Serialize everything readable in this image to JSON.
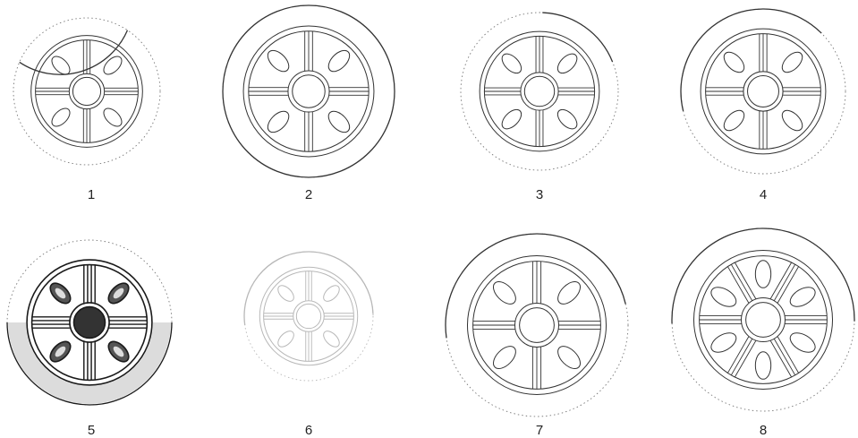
{
  "figures": [
    {
      "label": "1",
      "style": "line",
      "segments": [
        5.3,
        3.55
      ]
    },
    {
      "label": "2",
      "style": "line",
      "segments": [
        0,
        6.2832
      ]
    },
    {
      "label": "3",
      "style": "line",
      "segments": [
        4.75,
        5.9
      ]
    },
    {
      "label": "4",
      "style": "line",
      "segments": [
        2.9,
        5.5
      ]
    },
    {
      "label": "5",
      "style": "dark",
      "segments": [
        0,
        3.1416
      ]
    },
    {
      "label": "6",
      "style": "faint",
      "segments": [
        3.0,
        6.25
      ]
    },
    {
      "label": "7",
      "style": "line",
      "segments": [
        3.0,
        6.05
      ]
    },
    {
      "label": "8",
      "style": "line",
      "segments": [
        3.1,
        6.3
      ]
    }
  ],
  "colors": {
    "ink": "#333333",
    "faint": "#b8b8b8",
    "dark": "#1a1a1a",
    "stipple": "#9a9a9a"
  }
}
